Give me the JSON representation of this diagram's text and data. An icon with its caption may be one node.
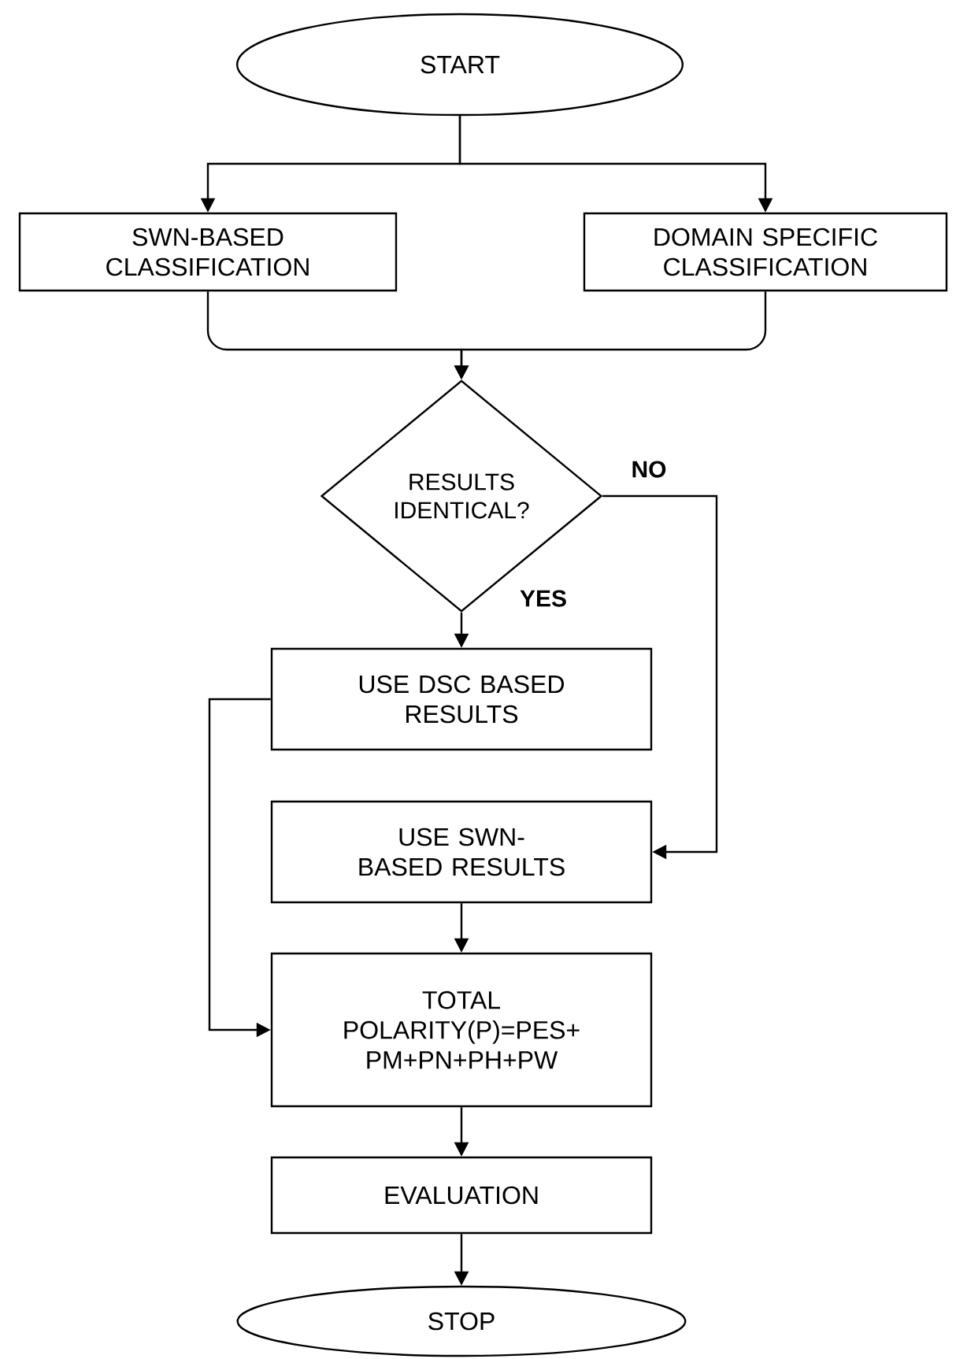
{
  "diagram": {
    "nodes": [
      {
        "text": [
          "START"
        ]
      },
      {
        "text": [
          "SWN-BASED CLASSIFICATION"
        ]
      },
      {
        "text": [
          "DOMAIN SPECIFIC CLASSIFICATION"
        ]
      },
      {
        "text": [
          "RESULTS IDENTICAL?"
        ]
      },
      {
        "text": [
          "USE DSC BASED RESULTS"
        ]
      },
      {
        "text": [
          "USE SWN-BASED RESULTS"
        ]
      },
      {
        "text": [
          "TOTAL POLARITY(P)=PES+ PM+PN+PH+PW"
        ]
      },
      {
        "text": [
          "EVALUATION"
        ]
      },
      {
        "text": [
          "STOP"
        ]
      }
    ],
    "edges": [
      {
        "from": 0,
        "to": 1,
        "arrow": "to"
      },
      {
        "from": 0,
        "to": 2,
        "arrow": "to"
      },
      {
        "from": 1,
        "to": 3,
        "arrow": "to"
      },
      {
        "from": 2,
        "to": 3,
        "arrow": "to"
      },
      {
        "from": 3,
        "to": 4,
        "arrow": "to",
        "label": "YES"
      },
      {
        "from": 3,
        "to": 5,
        "arrow": "to",
        "label": "NO"
      },
      {
        "from": 4,
        "to": 6,
        "arrow": "to"
      },
      {
        "from": 5,
        "to": 6,
        "arrow": "to"
      },
      {
        "from": 6,
        "to": 7,
        "arrow": "to"
      },
      {
        "from": 7,
        "to": 8,
        "arrow": "to"
      }
    ]
  }
}
